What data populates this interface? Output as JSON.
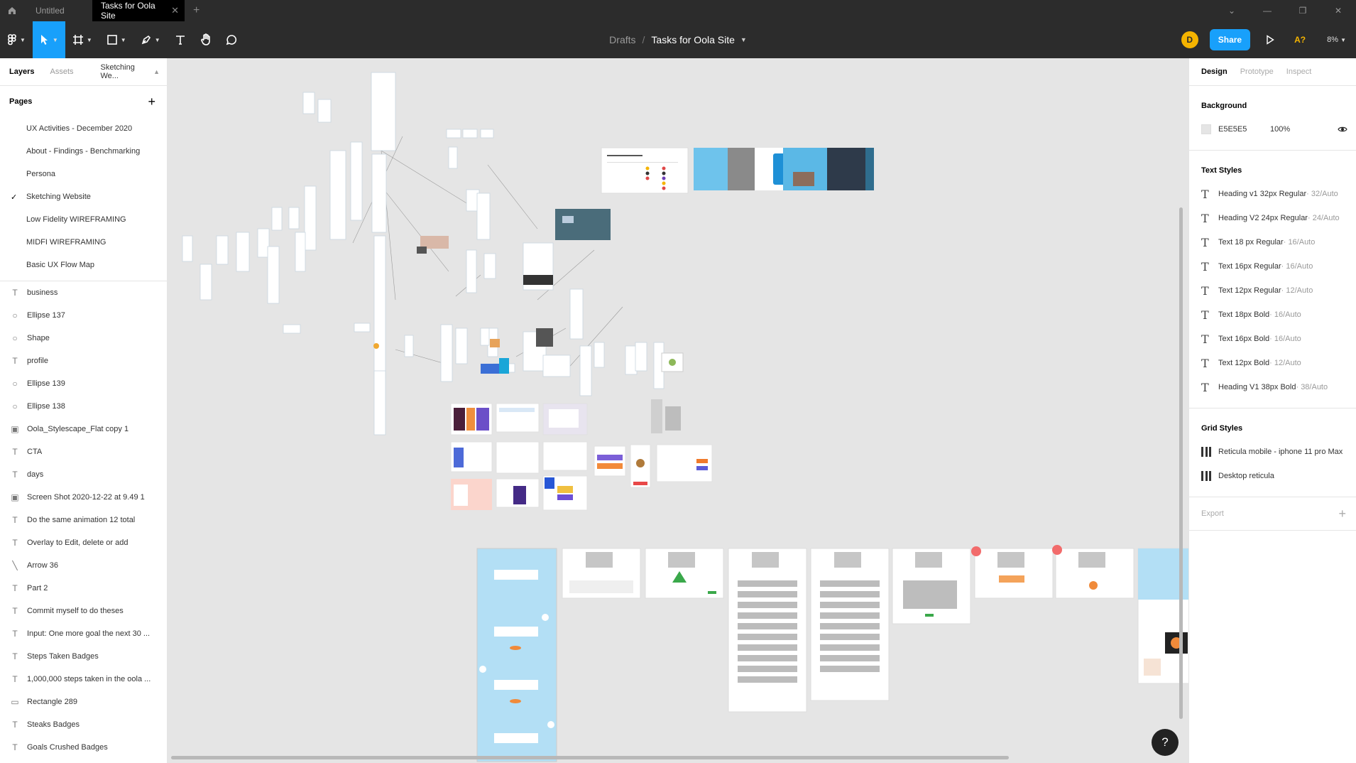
{
  "tabs": [
    {
      "label": "Untitled",
      "active": false
    },
    {
      "label": "Tasks for Oola Site",
      "active": true
    }
  ],
  "breadcrumb": {
    "location": "Drafts",
    "separator": "/",
    "file": "Tasks for Oola Site"
  },
  "toolbar": {
    "avatar_initial": "D",
    "share_label": "Share",
    "a11y_label": "A?",
    "zoom": "8%"
  },
  "left_panel": {
    "tabs": {
      "layers": "Layers",
      "assets": "Assets",
      "current_page": "Sketching We..."
    },
    "pages_title": "Pages",
    "pages": [
      {
        "label": "UX Activities - December 2020",
        "checked": false
      },
      {
        "label": "About - Findings - Benchmarking",
        "checked": false
      },
      {
        "label": "Persona",
        "checked": false
      },
      {
        "label": "Sketching Website",
        "checked": true
      },
      {
        "label": "Low Fidelity WIREFRAMING",
        "checked": false
      },
      {
        "label": "MIDFI WIREFRAMING",
        "checked": false
      },
      {
        "label": "Basic UX Flow Map",
        "checked": false
      }
    ],
    "layers": [
      {
        "label": "business",
        "icon": "text-icon"
      },
      {
        "label": "Ellipse 137",
        "icon": "ellipse-icon"
      },
      {
        "label": "Shape",
        "icon": "ellipse-icon"
      },
      {
        "label": "profile",
        "icon": "text-icon"
      },
      {
        "label": "Ellipse 139",
        "icon": "ellipse-icon"
      },
      {
        "label": "Ellipse 138",
        "icon": "ellipse-icon"
      },
      {
        "label": "Oola_Stylescape_Flat copy 1",
        "icon": "image-icon"
      },
      {
        "label": "CTA",
        "icon": "text-icon"
      },
      {
        "label": "days",
        "icon": "text-icon"
      },
      {
        "label": "Screen Shot 2020-12-22 at 9.49 1",
        "icon": "image-icon"
      },
      {
        "label": "Do the same animation 12 total",
        "icon": "text-icon"
      },
      {
        "label": "Overlay to Edit, delete or add",
        "icon": "text-icon"
      },
      {
        "label": "Arrow 36",
        "icon": "arrow-icon"
      },
      {
        "label": "Part 2",
        "icon": "text-icon"
      },
      {
        "label": "Commit myself to do theses",
        "icon": "text-icon"
      },
      {
        "label": "Input: One more goal the next 30 ...",
        "icon": "text-icon"
      },
      {
        "label": "Steps Taken Badges",
        "icon": "text-icon"
      },
      {
        "label": "1,000,000 steps taken in the oola ...",
        "icon": "text-icon"
      },
      {
        "label": "Rectangle 289",
        "icon": "rectangle-icon"
      },
      {
        "label": "Steaks Badges",
        "icon": "text-icon"
      },
      {
        "label": "Goals Crushed Badges",
        "icon": "text-icon"
      }
    ]
  },
  "right_panel": {
    "tabs": {
      "design": "Design",
      "prototype": "Prototype",
      "inspect": "Inspect"
    },
    "background": {
      "title": "Background",
      "hex": "E5E5E5",
      "opacity": "100%",
      "color": "#e5e5e5"
    },
    "text_styles_title": "Text Styles",
    "text_styles": [
      {
        "name": "Heading v1 32px Regular",
        "meta": " · 32/Auto"
      },
      {
        "name": "Heading V2 24px Regular",
        "meta": " · 24/Auto"
      },
      {
        "name": "Text 18 px Regular",
        "meta": " · 16/Auto"
      },
      {
        "name": "Text 16px Regular",
        "meta": " · 16/Auto"
      },
      {
        "name": "Text 12px Regular",
        "meta": " · 12/Auto"
      },
      {
        "name": "Text 18px Bold",
        "meta": " · 16/Auto"
      },
      {
        "name": "Text 16px Bold",
        "meta": " · 16/Auto"
      },
      {
        "name": "Text 12px Bold",
        "meta": " · 12/Auto"
      },
      {
        "name": "Heading V1 38px Bold",
        "meta": " · 38/Auto"
      }
    ],
    "grid_styles_title": "Grid Styles",
    "grid_styles": [
      {
        "name": "Reticula mobile - iphone 11 pro Max"
      },
      {
        "name": "Desktop reticula"
      }
    ],
    "export_label": "Export"
  },
  "canvas": {
    "help_label": "?"
  },
  "colors": {
    "accent": "#18a0fb",
    "toolbar": "#2c2c2c",
    "avatar": "#f5b400",
    "marker": "#f26b6b"
  }
}
